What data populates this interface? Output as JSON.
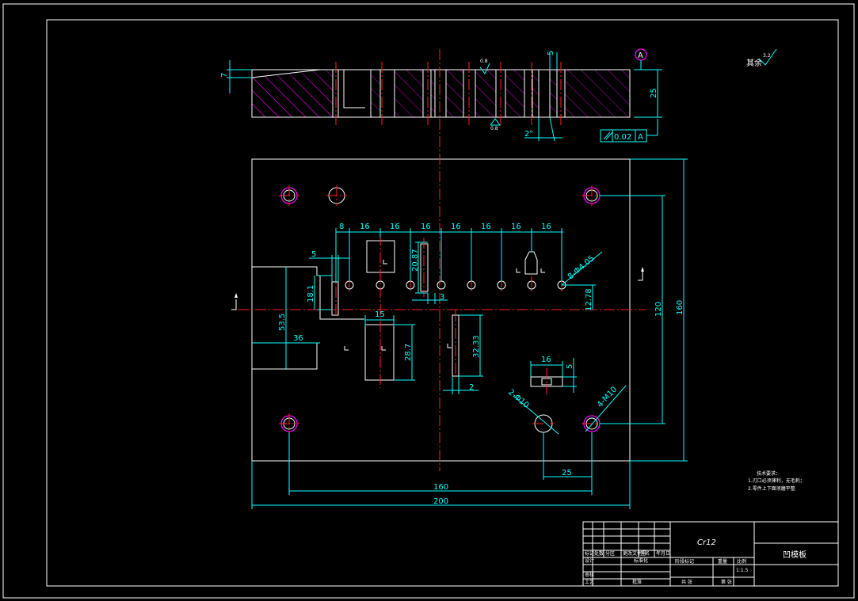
{
  "dims": {
    "d7": "7",
    "d5_top": "5",
    "d25": "25",
    "d2deg": "2°",
    "rough08_a": "0.8",
    "rough08_b": "0.8",
    "datum_a": "A",
    "flatness_tol": "0.02",
    "flatness_ref": "A",
    "d8": "8",
    "s16_1": "16",
    "s16_2": "16",
    "s16_3": "16",
    "s16_4": "16",
    "s16_5": "16",
    "s16_6": "16",
    "d5_left": "5",
    "d2087": "20.87",
    "d3": "3",
    "d181": "18.1",
    "d535": "53.5",
    "d36": "36",
    "d15": "15",
    "d287": "28.7",
    "d3233": "32.33",
    "d2_bottom": "2",
    "d8phi": "8-Φ4.05",
    "d1278": "12.78",
    "d120": "120",
    "d160_right": "160",
    "d16_slot": "16",
    "d5_slot": "5",
    "d2phi10": "2-Φ10",
    "d4m10": "4-M10",
    "d25_bottom": "25",
    "d160_bottom": "160",
    "d200": "200",
    "rough_rest_label": "其余",
    "rough_rest_val": "3.2"
  },
  "notes": {
    "title": "技术要求：",
    "line1": "1.刃口必须锋利，无毛刺；",
    "line2": "2.零件上下面须磨平整"
  },
  "title_block": {
    "material": "Cr12",
    "part_name": "凹模板",
    "scale": "1:1.5",
    "cells": [
      "标记",
      "处数",
      "分区",
      "更改文件号",
      "签名",
      "年月日",
      "设计",
      "标准化",
      "审核",
      "工艺",
      "批准",
      "阶段标记",
      "重量",
      "比例",
      "共 张",
      "第 张"
    ]
  }
}
